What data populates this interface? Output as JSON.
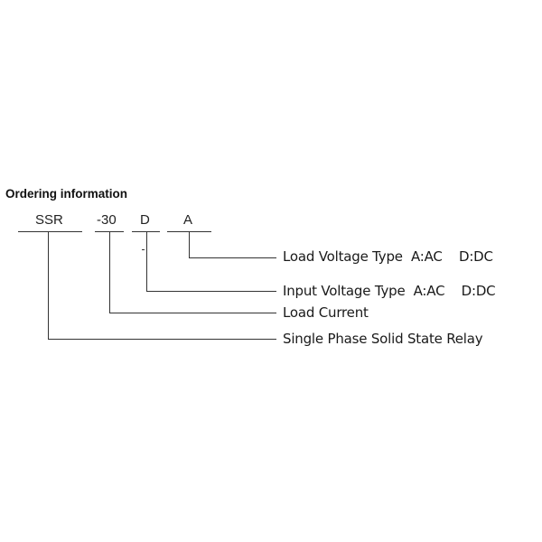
{
  "title": "Ordering information",
  "code_parts": [
    "SSR",
    "-30",
    "D",
    "A"
  ],
  "labels": {
    "load_voltage": "Load Voltage Type  A:AC    D:DC",
    "input_voltage": "Input Voltage Type  A:AC    D:DC",
    "load_current": "Load Current",
    "relay_type": "Single Phase Solid State Relay"
  }
}
